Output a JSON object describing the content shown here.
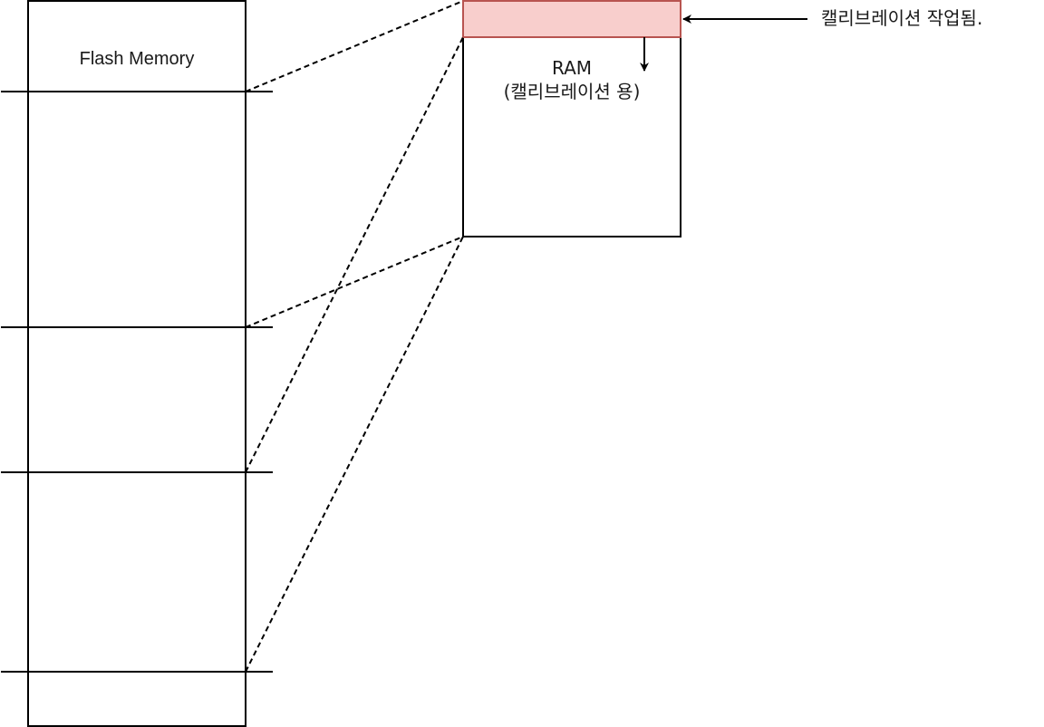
{
  "flash": {
    "label": "Flash Memory"
  },
  "ram": {
    "label_line1": "RAM",
    "label_line2": "(캘리브레이션 용)"
  },
  "annotation": {
    "text": "캘리브레이션 작업됨."
  },
  "colors": {
    "stroke": "#000000",
    "highlight_fill": "#f8cecc",
    "highlight_stroke": "#b85450"
  }
}
